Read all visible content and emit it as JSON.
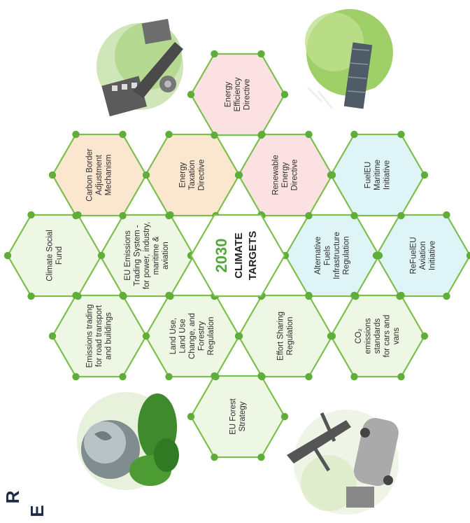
{
  "center": {
    "year": "2030",
    "line1": "CLIMATE",
    "line2": "TARGETS"
  },
  "colors": {
    "edge": "#7cbf4c",
    "node": "#5fae3a",
    "green_fill": "#eef6e4",
    "orange_fill": "#fbe6d0",
    "pink_fill": "#fbe1e1",
    "cyan_fill": "#dff4f6",
    "center_fill": "#ffffff"
  },
  "hexes": [
    {
      "id": "energy-efficiency-directive",
      "lines": [
        "Energy",
        "Efficiency",
        "Directive"
      ],
      "fill": "pink_fill"
    },
    {
      "id": "carbon-border-adjustment-mechanism",
      "lines": [
        "Carbon Border",
        "Adjustment",
        "Mechanism"
      ],
      "fill": "orange_fill"
    },
    {
      "id": "energy-taxation-directive",
      "lines": [
        "Energy",
        "Taxation",
        "Directive"
      ],
      "fill": "orange_fill"
    },
    {
      "id": "renewable-energy-directive",
      "lines": [
        "Renewable",
        "Energy",
        "Directive"
      ],
      "fill": "pink_fill"
    },
    {
      "id": "fueleu-maritime-initiative",
      "lines": [
        "FuelEU",
        "Maritime",
        "Initiative"
      ],
      "fill": "cyan_fill"
    },
    {
      "id": "climate-social-fund",
      "lines": [
        "Climate Social",
        "Fund"
      ],
      "fill": "green_fill"
    },
    {
      "id": "eu-emissions-trading-system",
      "lines": [
        "EU Emissions",
        "Trading System -",
        "for power, industry,",
        "maritime &",
        "aviation"
      ],
      "fill": "green_fill"
    },
    {
      "id": "alternative-fuels-infrastructure-regulation",
      "lines": [
        "Alternative",
        "Fuels",
        "Infrastructure",
        "Regulation"
      ],
      "fill": "cyan_fill"
    },
    {
      "id": "refueleu-aviation-initiative",
      "lines": [
        "ReFuelEU",
        "Aviation",
        "Initiative"
      ],
      "fill": "cyan_fill"
    },
    {
      "id": "emissions-trading-road-transport-buildings",
      "lines": [
        "Emissions trading",
        "for road transport",
        "and buildings"
      ],
      "fill": "green_fill"
    },
    {
      "id": "land-use-forestry-regulation",
      "lines": [
        "Land Use,",
        "Land Use",
        "Change, and",
        "Forestry",
        "Regulation"
      ],
      "fill": "green_fill"
    },
    {
      "id": "effort-sharing-regulation",
      "lines": [
        "Effort Sharing",
        "Regulation"
      ],
      "fill": "green_fill"
    },
    {
      "id": "co2-emissions-standards",
      "lines": [
        "CO₂",
        "emissions",
        "standards",
        "for cars and",
        "vans"
      ],
      "fill": "green_fill"
    },
    {
      "id": "eu-forest-strategy",
      "lines": [
        "EU Forest",
        "Strategy"
      ],
      "fill": "green_fill"
    }
  ],
  "edge_letters": [
    "R",
    "E"
  ],
  "images": [
    "industry-image",
    "wind-solar-image",
    "earth-trees-image",
    "transport-image"
  ]
}
